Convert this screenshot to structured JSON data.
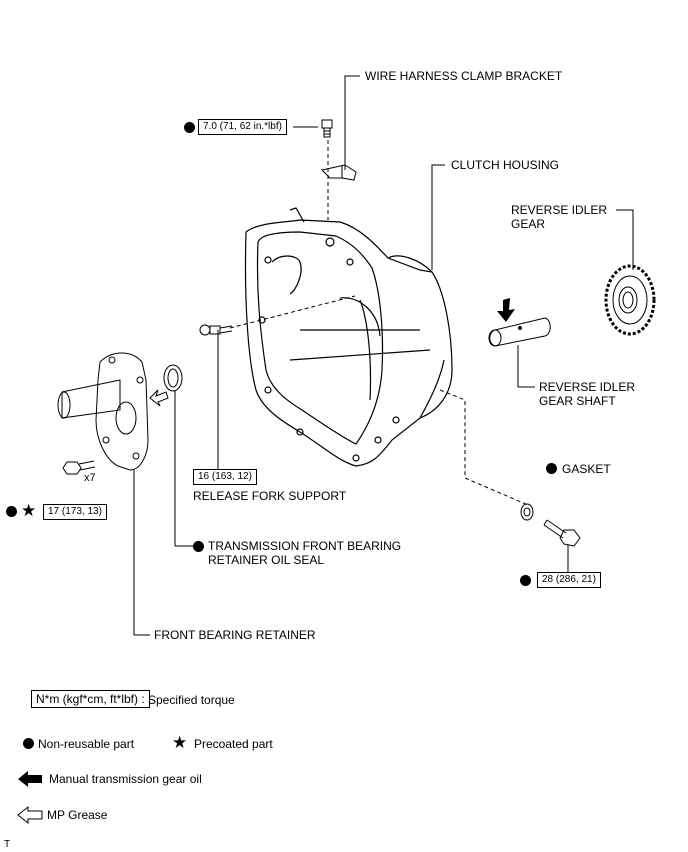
{
  "labels": {
    "wire_harness": "WIRE HARNESS CLAMP BRACKET",
    "clutch_housing": "CLUTCH HOUSING",
    "reverse_idler_gear": "REVERSE IDLER\nGEAR",
    "reverse_idler_shaft": "REVERSE IDLER\nGEAR SHAFT",
    "gasket": "GASKET",
    "release_fork_support": "RELEASE FORK SUPPORT",
    "oil_seal": "TRANSMISSION FRONT BEARING\nRETAINER OIL SEAL",
    "front_bearing_retainer": "FRONT BEARING RETAINER",
    "qty": "x7"
  },
  "torques": {
    "clamp_bolt": "7.0 (71, 62 in.*lbf)",
    "release_fork": "16 (163, 12)",
    "retainer_bolt": "17 (173, 13)",
    "shaft_bolt": "28 (286, 21)"
  },
  "legend": {
    "torque_key": "N*m (kgf*cm, ft*lbf) :",
    "torque_desc": "Specified torque",
    "non_reusable": "Non-reusable part",
    "precoated": "Precoated part",
    "gear_oil": "Manual transmission gear oil",
    "mp_grease": "MP Grease"
  },
  "footer": "T"
}
